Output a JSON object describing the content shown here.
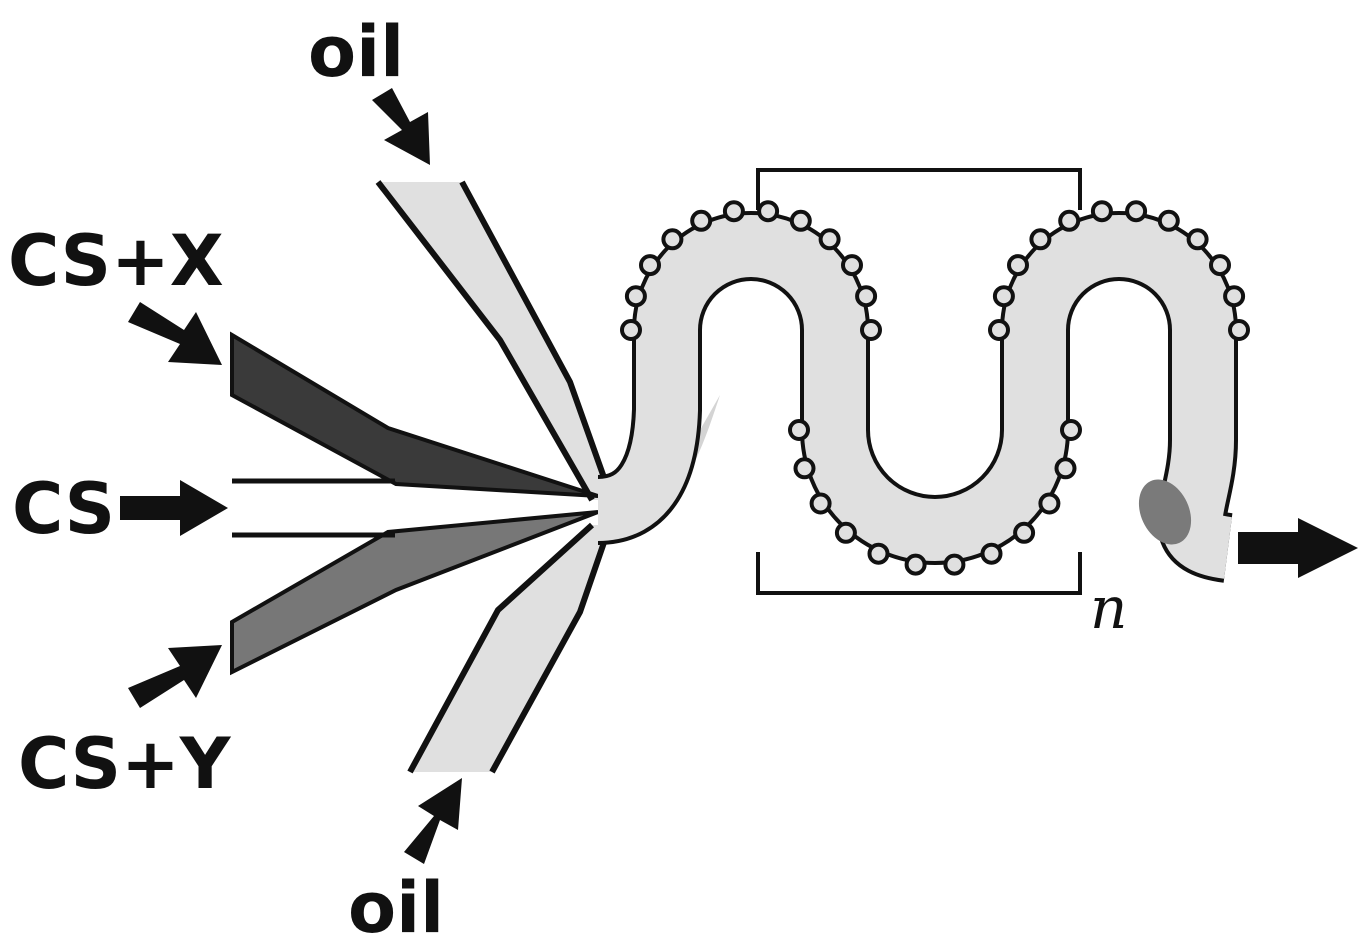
{
  "labels": {
    "oil_top": "oil",
    "oil_bottom": "oil",
    "cs_x": "CS+X",
    "cs": "CS",
    "cs_y": "CS+Y",
    "repeat_n": "n"
  },
  "colors": {
    "outline": "#111111",
    "oil_fill": "#e0e0e0",
    "cs_x_fill": "#3a3a3a",
    "cs_y_fill": "#777777",
    "droplet": "#7a7a7a"
  }
}
